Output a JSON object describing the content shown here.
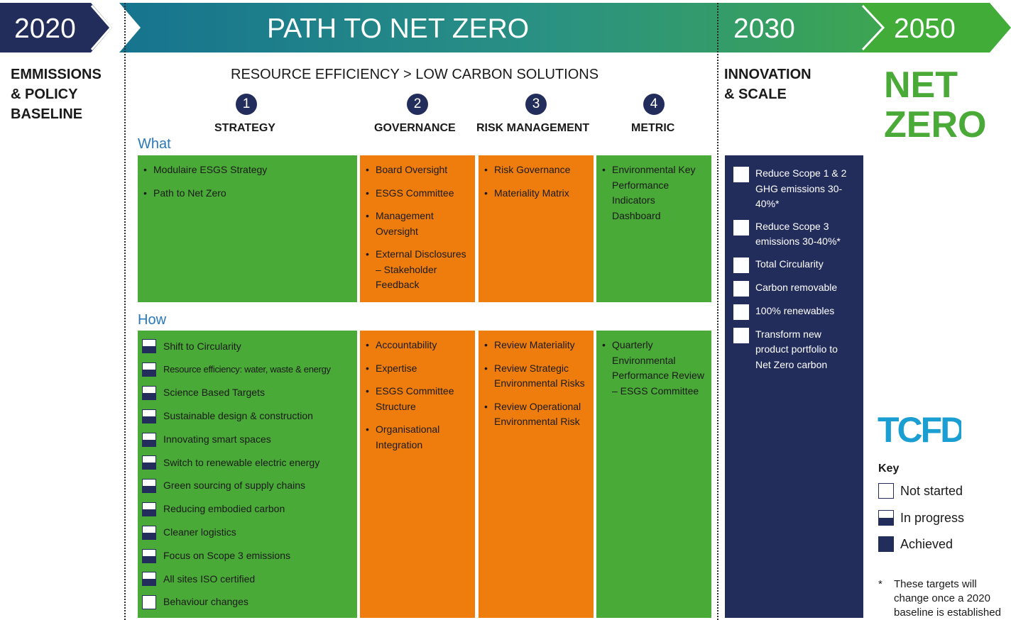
{
  "header": {
    "year_start": "2020",
    "title": "PATH TO NET ZERO",
    "year_mid": "2030",
    "year_end": "2050"
  },
  "baseline_label": [
    "EMMISSIONS",
    "& POLICY",
    "BASELINE"
  ],
  "subtitle": "RESOURCE EFFICIENCY > LOW CARBON SOLUTIONS",
  "columns": [
    {
      "number": "1",
      "label": "STRATEGY"
    },
    {
      "number": "2",
      "label": "GOVERNANCE"
    },
    {
      "number": "3",
      "label": "RISK MANAGEMENT"
    },
    {
      "number": "4",
      "label": "METRIC"
    }
  ],
  "what_label": "What",
  "how_label": "How",
  "what": {
    "strategy": [
      "Modulaire ESGS Strategy",
      "Path to Net Zero"
    ],
    "governance": [
      "Board Oversight",
      "ESGS Committee",
      "Management Oversight",
      "External Disclosures – Stakeholder Feedback"
    ],
    "risk": [
      "Risk Governance",
      "Materiality Matrix"
    ],
    "metric": [
      "Environmental Key Performance Indicators Dashboard"
    ]
  },
  "how": {
    "strategy": [
      {
        "label": "Shift to Circularity",
        "status": "in-progress"
      },
      {
        "label": "Resource efficiency: water, waste & energy",
        "status": "in-progress"
      },
      {
        "label": "Science Based Targets",
        "status": "in-progress"
      },
      {
        "label": "Sustainable design & construction",
        "status": "in-progress"
      },
      {
        "label": "Innovating smart spaces",
        "status": "in-progress"
      },
      {
        "label": "Switch to renewable electric energy",
        "status": "in-progress"
      },
      {
        "label": "Green sourcing of supply chains",
        "status": "in-progress"
      },
      {
        "label": "Reducing embodied carbon",
        "status": "in-progress"
      },
      {
        "label": "Cleaner logistics",
        "status": "in-progress"
      },
      {
        "label": "Focus on Scope 3 emissions",
        "status": "in-progress"
      },
      {
        "label": "All sites ISO certified",
        "status": "in-progress"
      },
      {
        "label": "Behaviour changes",
        "status": "not-started"
      }
    ],
    "governance": [
      "Accountability",
      "Expertise",
      "ESGS Committee Structure",
      "Organisational Integration"
    ],
    "risk": [
      "Review Materiality",
      "Review Strategic Environmental Risks",
      "Review Operational Environmental Risk"
    ],
    "metric": [
      "Quarterly Environmental Performance Review – ESGS Committee"
    ]
  },
  "innovation_label": [
    "INNOVATION",
    "& SCALE"
  ],
  "targets": [
    {
      "label": "Reduce Scope 1 & 2 GHG emissions 30-40%*",
      "status": "not-started"
    },
    {
      "label": "Reduce Scope 3 emissions 30-40%*",
      "status": "not-started"
    },
    {
      "label": "Total Circularity",
      "status": "not-started"
    },
    {
      "label": "Carbon removable",
      "status": "not-started"
    },
    {
      "label": "100% renewables",
      "status": "not-started"
    },
    {
      "label": "Transform new product portfolio to Net Zero carbon",
      "status": "not-started"
    }
  ],
  "net_zero": [
    "NET",
    "ZERO"
  ],
  "tcfd_logo": "TCFD",
  "key": {
    "title": "Key",
    "not_started": "Not started",
    "in_progress": "In progress",
    "achieved": "Achieved"
  },
  "footnote": {
    "star": "*",
    "text": [
      "These targets will",
      "change once a 2020",
      "baseline is established"
    ]
  },
  "colors": {
    "navy": "#232d5c",
    "green": "#4aaa37",
    "orange": "#ef7d0d",
    "teal": "#1a7f9c",
    "label_blue": "#2b78b8"
  }
}
